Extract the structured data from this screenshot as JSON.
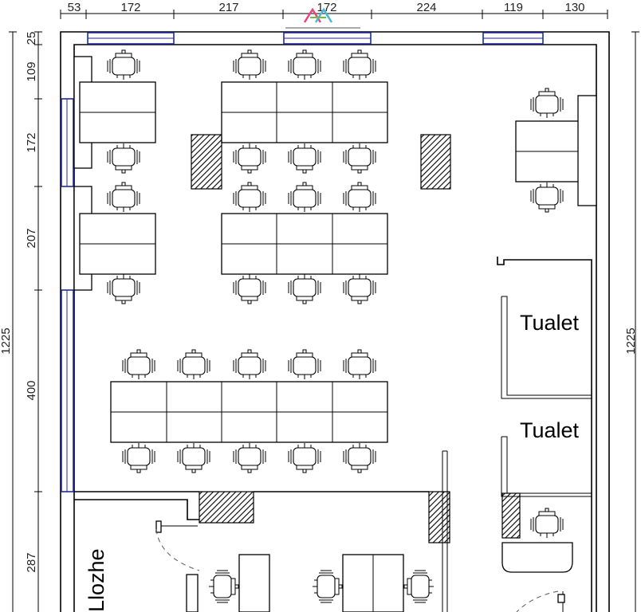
{
  "dimensions": {
    "top": [
      "53",
      "172",
      "217",
      "172",
      "224",
      "119",
      "130"
    ],
    "left": [
      "25",
      "109",
      "172",
      "207",
      "400",
      "287"
    ],
    "left_total": "1225",
    "right_total": "1225"
  },
  "rooms": {
    "toilet_1": "Tualet",
    "toilet_2": "Tualet",
    "lodge": "Llozhe"
  },
  "colors": {
    "window": "#1f2a9c",
    "line": "#000000",
    "logo": [
      "#e8467c",
      "#4bb6d6",
      "#6abf4b"
    ]
  }
}
